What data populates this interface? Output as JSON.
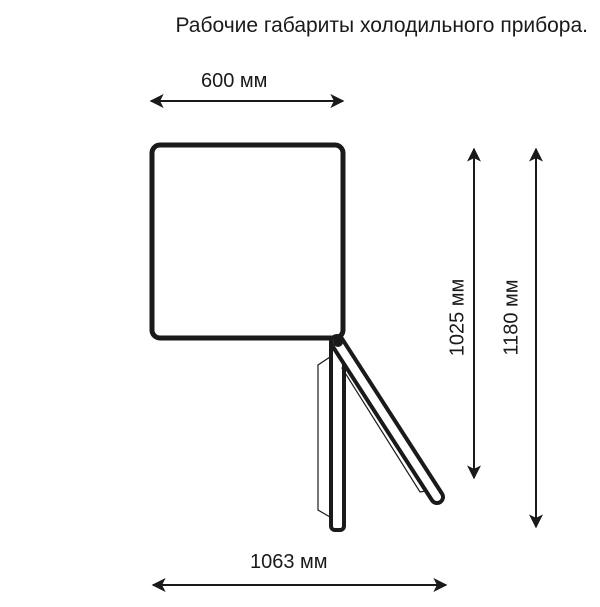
{
  "title": "Рабочие габариты холодильного прибора.",
  "dimensions": {
    "width": "600 мм",
    "depth_door_open": "1063 мм",
    "height_inner": "1025 мм",
    "height_outer": "1180 мм"
  },
  "colors": {
    "stroke": "#1a1a1a",
    "background": "#ffffff"
  }
}
